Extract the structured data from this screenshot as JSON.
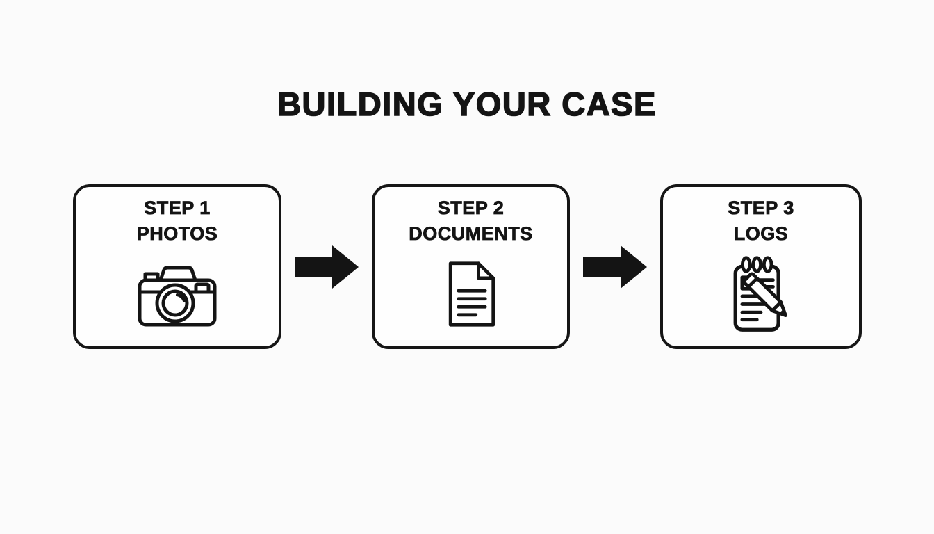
{
  "title": "BUILDING YOUR CASE",
  "steps": [
    {
      "step_label": "STEP 1",
      "name": "PHOTOS",
      "icon": "camera-icon"
    },
    {
      "step_label": "STEP 2",
      "name": "DOCUMENTS",
      "icon": "document-icon"
    },
    {
      "step_label": "STEP 3",
      "name": "LOGS",
      "icon": "notepad-pencil-icon"
    }
  ],
  "connectors": [
    {
      "icon": "arrow-right-icon"
    },
    {
      "icon": "arrow-right-icon"
    }
  ],
  "colors": {
    "ink": "#141414",
    "background": "#fbfbfb",
    "card_background": "#fefefe"
  }
}
